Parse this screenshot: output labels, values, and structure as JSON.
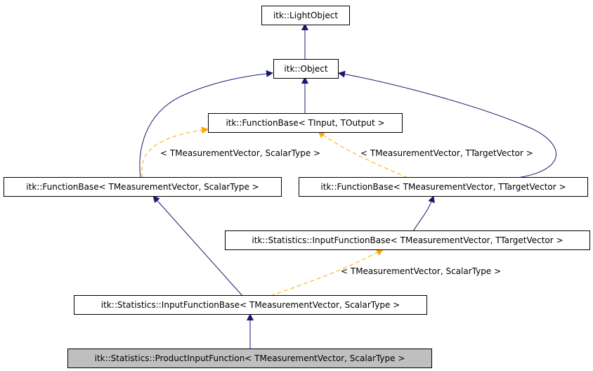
{
  "nodes": {
    "light_object": "itk::LightObject",
    "object": "itk::Object",
    "function_base_generic": "itk::FunctionBase< TInput, TOutput >",
    "function_base_scalar": "itk::FunctionBase< TMeasurementVector, ScalarType >",
    "function_base_target": "itk::FunctionBase< TMeasurementVector, TTargetVector >",
    "input_function_base_target": "itk::Statistics::InputFunctionBase< TMeasurementVector, TTargetVector >",
    "input_function_base_scalar": "itk::Statistics::InputFunctionBase< TMeasurementVector, ScalarType >",
    "product_input_function": "itk::Statistics::ProductInputFunction< TMeasurementVector, ScalarType >"
  },
  "edge_labels": {
    "scalar_template": "< TMeasurementVector, ScalarType >",
    "target_template": "< TMeasurementVector, TTargetVector >",
    "input_scalar_template": "< TMeasurementVector, ScalarType >"
  },
  "colors": {
    "inheritance": "#191970",
    "template_instance": "#ffa500",
    "current_node_fill": "#bfbfbf"
  }
}
